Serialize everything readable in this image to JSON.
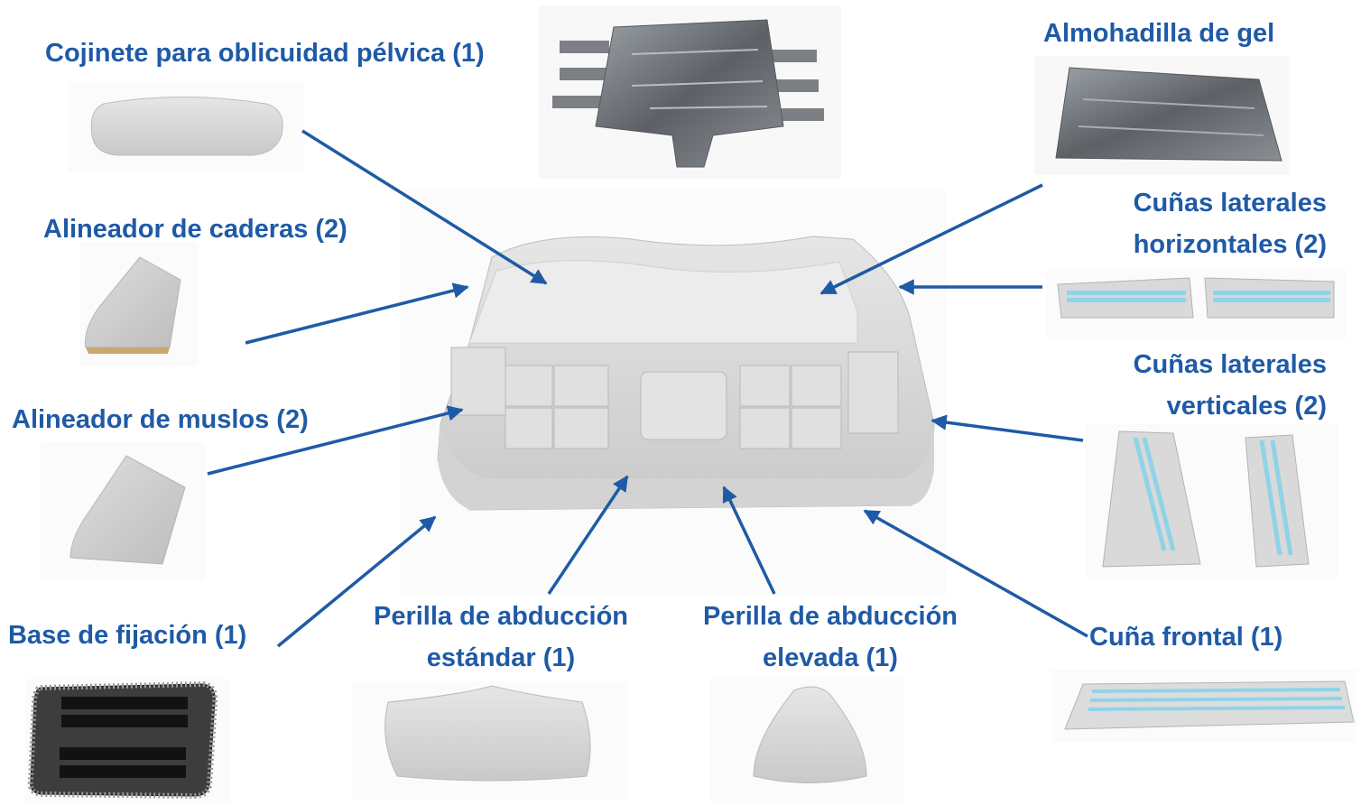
{
  "colors": {
    "label": "#1f5aa6",
    "arrow": "#1f5aa6",
    "foam": "#d9d9d9",
    "gel": "#6e7276",
    "stripe": "#8fd3e8"
  },
  "labels": {
    "pelvic": "Cojinete para oblicuidad pélvica (1)",
    "gel": "Almohadilla de gel",
    "hips": "Alineador de caderas (2)",
    "horiz_l1": "Cuñas laterales",
    "horiz_l2": "horizontales (2)",
    "vert_l1": "Cuñas laterales",
    "vert_l2": "verticales (2)",
    "thighs": "Alineador de muslos (2)",
    "base": "Base de fijación (1)",
    "std_l1": "Perilla de abducción",
    "std_l2": "estándar (1)",
    "elev_l1": "Perilla de abducción",
    "elev_l2": "elevada (1)",
    "front": "Cuña frontal (1)"
  }
}
